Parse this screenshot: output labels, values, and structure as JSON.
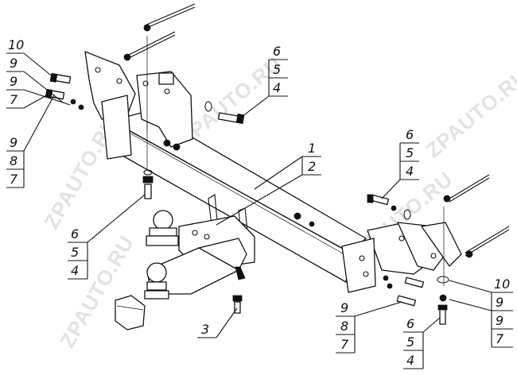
{
  "watermark": "ZPAUTO.RU",
  "callouts": {
    "top_left": [
      "10",
      "9",
      "9",
      "7"
    ],
    "left_mid": [
      "9",
      "8",
      "7"
    ],
    "left_low": [
      "6",
      "5",
      "4"
    ],
    "top_center": [
      "6",
      "5",
      "4"
    ],
    "beam": [
      "1",
      "2"
    ],
    "right_mid": [
      "6",
      "5",
      "4"
    ],
    "right_low_a": [
      "10",
      "9",
      "9",
      "7"
    ],
    "right_low_b": [
      "9",
      "8",
      "7"
    ],
    "bottom_right": [
      "6",
      "5",
      "4"
    ],
    "ball_mount": [
      "3"
    ]
  }
}
